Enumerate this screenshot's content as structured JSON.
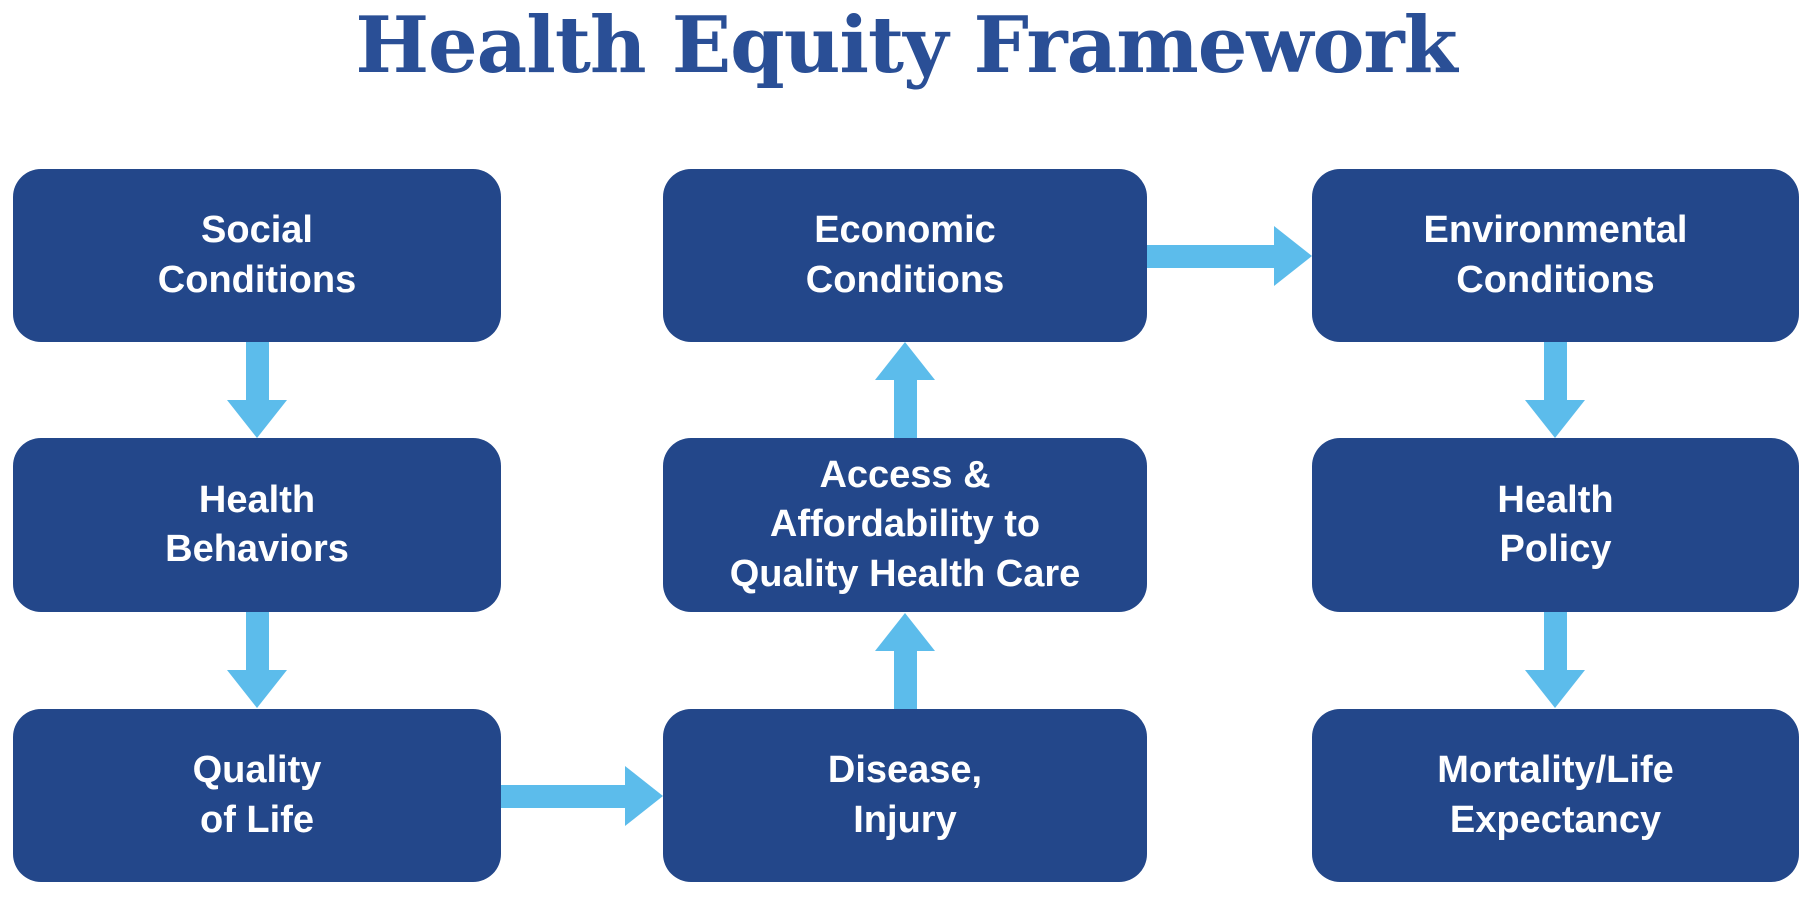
{
  "title": "Health Equity Framework",
  "colors": {
    "background": "#ffffff",
    "title_text": "#2a4f96",
    "box_fill": "#23478a",
    "box_text": "#ffffff",
    "arrow": "#5cbceb"
  },
  "diagram": {
    "nodes": [
      {
        "id": "social-conditions",
        "label": "Social\nConditions",
        "column": 1,
        "row": 1
      },
      {
        "id": "health-behaviors",
        "label": "Health\nBehaviors",
        "column": 1,
        "row": 2
      },
      {
        "id": "quality-of-life",
        "label": "Quality\nof Life",
        "column": 1,
        "row": 3
      },
      {
        "id": "economic-conditions",
        "label": "Economic\nConditions",
        "column": 2,
        "row": 1
      },
      {
        "id": "access-affordability",
        "label": "Access &\nAffordability to\nQuality Health Care",
        "column": 2,
        "row": 2
      },
      {
        "id": "disease-injury",
        "label": "Disease,\nInjury",
        "column": 2,
        "row": 3
      },
      {
        "id": "environmental-conditions",
        "label": "Environmental\nConditions",
        "column": 3,
        "row": 1
      },
      {
        "id": "health-policy",
        "label": "Health\nPolicy",
        "column": 3,
        "row": 2
      },
      {
        "id": "mortality-life-expectancy",
        "label": "Mortality/Life\nExpectancy",
        "column": 3,
        "row": 3
      }
    ],
    "edges": [
      {
        "from": "social-conditions",
        "to": "health-behaviors",
        "direction": "down"
      },
      {
        "from": "health-behaviors",
        "to": "quality-of-life",
        "direction": "down"
      },
      {
        "from": "quality-of-life",
        "to": "disease-injury",
        "direction": "right"
      },
      {
        "from": "disease-injury",
        "to": "access-affordability",
        "direction": "up"
      },
      {
        "from": "access-affordability",
        "to": "economic-conditions",
        "direction": "up"
      },
      {
        "from": "economic-conditions",
        "to": "environmental-conditions",
        "direction": "right"
      },
      {
        "from": "environmental-conditions",
        "to": "health-policy",
        "direction": "down"
      },
      {
        "from": "health-policy",
        "to": "mortality-life-expectancy",
        "direction": "down"
      }
    ]
  }
}
